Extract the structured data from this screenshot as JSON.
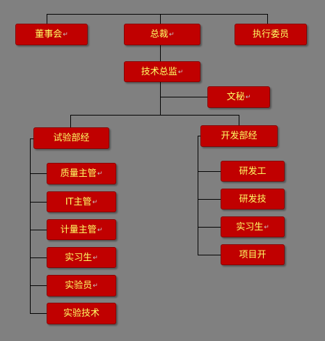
{
  "colors": {
    "background": "#808080",
    "node_fill": "#c00000",
    "node_text": "#ffff66",
    "connector": "#000000",
    "paragraph_mark": "#c8c8c8"
  },
  "paragraph_mark": "↵",
  "nodes": {
    "board": {
      "label": "董事会",
      "mark": true
    },
    "ceo": {
      "label": "总裁",
      "mark": true
    },
    "exec_committee": {
      "label": "执行委员",
      "mark": false
    },
    "tech_director": {
      "label": "技术总监",
      "mark": true
    },
    "secretary": {
      "label": "文秘",
      "mark": true
    },
    "test_dept_manager": {
      "label": "试验部经",
      "mark": false
    },
    "dev_dept_manager": {
      "label": "开发部经",
      "mark": false
    },
    "test_dept": [
      {
        "label": "质量主管",
        "mark": true
      },
      {
        "label": "IT主管",
        "mark": true
      },
      {
        "label": "计量主管",
        "mark": true
      },
      {
        "label": "实习生",
        "mark": true
      },
      {
        "label": "实验员",
        "mark": true
      },
      {
        "label": "实验技术",
        "mark": false
      }
    ],
    "dev_dept": [
      {
        "label": "研发工",
        "mark": false
      },
      {
        "label": "研发技",
        "mark": false
      },
      {
        "label": "实习生",
        "mark": true
      },
      {
        "label": "项目开",
        "mark": false
      }
    ]
  }
}
